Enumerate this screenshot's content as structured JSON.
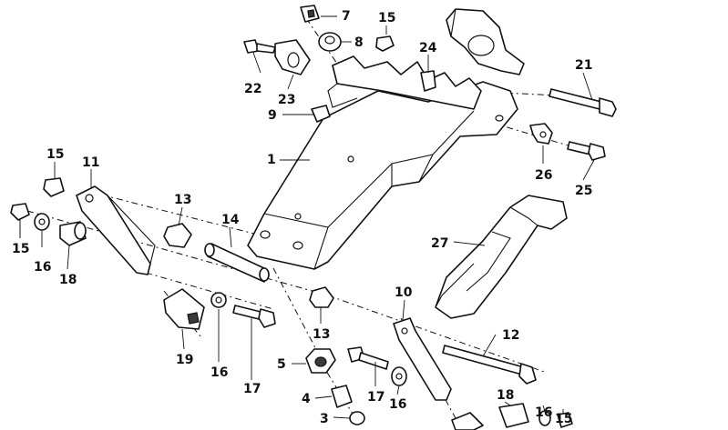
{
  "diagram": {
    "callouts": [
      {
        "id": "c1",
        "text": "1"
      },
      {
        "id": "c3",
        "text": "3"
      },
      {
        "id": "c4",
        "text": "4"
      },
      {
        "id": "c5",
        "text": "5"
      },
      {
        "id": "c7",
        "text": "7"
      },
      {
        "id": "c8",
        "text": "8"
      },
      {
        "id": "c9",
        "text": "9"
      },
      {
        "id": "c10",
        "text": "10"
      },
      {
        "id": "c11",
        "text": "11"
      },
      {
        "id": "c12",
        "text": "12"
      },
      {
        "id": "c13a",
        "text": "13"
      },
      {
        "id": "c13b",
        "text": "13"
      },
      {
        "id": "c14",
        "text": "14"
      },
      {
        "id": "c15a",
        "text": "15"
      },
      {
        "id": "c15b",
        "text": "15"
      },
      {
        "id": "c15c",
        "text": "15"
      },
      {
        "id": "c15d",
        "text": "15"
      },
      {
        "id": "c16a",
        "text": "16"
      },
      {
        "id": "c16b",
        "text": "16"
      },
      {
        "id": "c16c",
        "text": "16"
      },
      {
        "id": "c16d",
        "text": "16"
      },
      {
        "id": "c17a",
        "text": "17"
      },
      {
        "id": "c17b",
        "text": "17"
      },
      {
        "id": "c18a",
        "text": "18"
      },
      {
        "id": "c18b",
        "text": "18"
      },
      {
        "id": "c19",
        "text": "19"
      },
      {
        "id": "c21",
        "text": "21"
      },
      {
        "id": "c22",
        "text": "22"
      },
      {
        "id": "c23",
        "text": "23"
      },
      {
        "id": "c24",
        "text": "24"
      },
      {
        "id": "c25",
        "text": "25"
      },
      {
        "id": "c26",
        "text": "26"
      },
      {
        "id": "c27",
        "text": "27"
      }
    ]
  }
}
